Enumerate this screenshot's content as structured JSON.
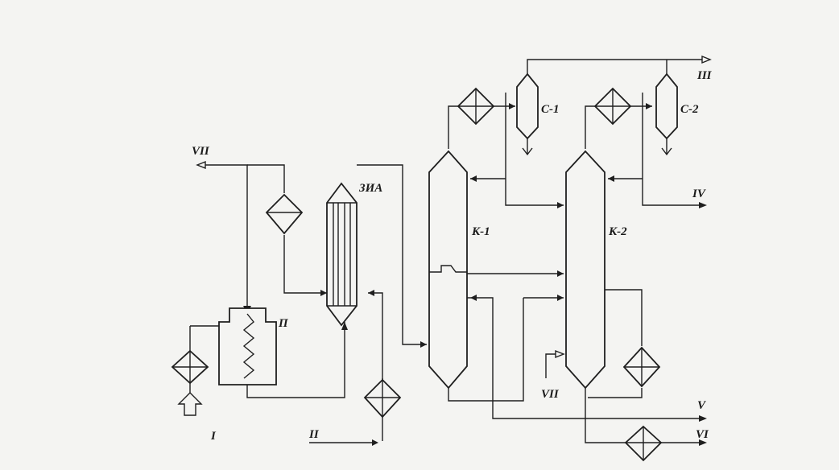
{
  "labels": {
    "stream_I": "I",
    "stream_II": "II",
    "stream_III": "III",
    "stream_IV": "IV",
    "stream_V": "V",
    "stream_VI": "VI",
    "stream_VII_top": "VII",
    "stream_VII_bottom": "VII",
    "furnace": "П",
    "heat_exchanger": "ЗИА",
    "column_1": "К-1",
    "column_2": "К-2",
    "separator_1": "С-1",
    "separator_2": "С-2"
  },
  "colors": {
    "line": "#1f1f1f",
    "background": "#f4f4f2"
  }
}
